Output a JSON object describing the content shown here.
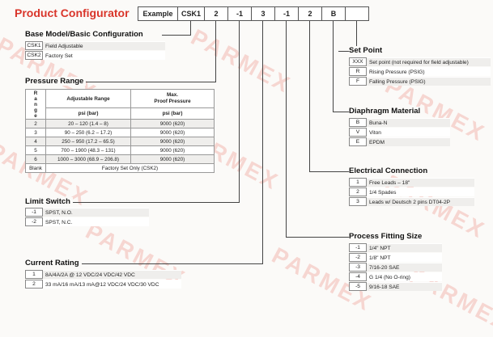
{
  "title": "Product Configurator",
  "watermark": "PARMEX",
  "example": {
    "label": "Example",
    "codes": [
      "CSK1",
      "2",
      "-1",
      "3",
      "-1",
      "2",
      "B"
    ]
  },
  "base_model": {
    "heading": "Base Model/Basic Configuration",
    "rows": [
      {
        "code": "CSK1",
        "desc": "Field Adjustable"
      },
      {
        "code": "CSK2",
        "desc": "Factory Set"
      }
    ]
  },
  "pressure_range": {
    "heading": "Pressure Range",
    "col_range_letters": [
      "R",
      "a",
      "n",
      "g",
      "e"
    ],
    "col_adjustable": "Adjustable Range",
    "col_max": "Max.",
    "col_proof": "Proof Pressure",
    "unit_adjustable": "psi (bar)",
    "unit_proof": "psi (bar)",
    "rows": [
      {
        "code": "2",
        "range": "20 – 120 (1.4 – 8)",
        "proof": "9000 (620)"
      },
      {
        "code": "3",
        "range": "90 – 250 (6.2 – 17.2)",
        "proof": "9000 (620)"
      },
      {
        "code": "4",
        "range": "250 – 950 (17.2 – 65.5)",
        "proof": "9000 (620)"
      },
      {
        "code": "5",
        "range": "700 – 1900 (48.3 – 131)",
        "proof": "9000 (620)"
      },
      {
        "code": "6",
        "range": "1000 – 3000 (68.9 – 206.8)",
        "proof": "9000 (620)"
      }
    ],
    "blank_code": "Blank",
    "blank_desc": "Factory Set Only (CSK2)"
  },
  "limit_switch": {
    "heading": "Limit Switch",
    "rows": [
      {
        "code": "-1",
        "desc": "SPST, N.O."
      },
      {
        "code": "-2",
        "desc": "SPST, N.C."
      }
    ]
  },
  "current_rating": {
    "heading": "Current Rating",
    "rows": [
      {
        "code": "1",
        "desc": "8A/4A/2A @ 12 VDC/24 VDC/42 VDC"
      },
      {
        "code": "2",
        "desc": "33 mA/16 mA/13 mA@12 VDC/24 VDC/30 VDC"
      }
    ]
  },
  "set_point": {
    "heading": "Set Point",
    "rows": [
      {
        "code": "XXX",
        "desc": "Set point (not required for field adjustable)"
      },
      {
        "code": "R",
        "desc": "Rising Pressure (PSIG)"
      },
      {
        "code": "F",
        "desc": "Falling Pressure (PSIG)"
      }
    ]
  },
  "diaphragm": {
    "heading": "Diaphragm Material",
    "rows": [
      {
        "code": "B",
        "desc": "Buna-N"
      },
      {
        "code": "V",
        "desc": "Viton"
      },
      {
        "code": "E",
        "desc": "EPDM"
      }
    ]
  },
  "electrical": {
    "heading": "Electrical Connection",
    "rows": [
      {
        "code": "1",
        "desc": "Free Leads – 18\""
      },
      {
        "code": "2",
        "desc": "1/4 Spades"
      },
      {
        "code": "3",
        "desc": "Leads w/ Deutsch 2 pins DT04-2P"
      }
    ]
  },
  "fitting": {
    "heading": "Process Fitting Size",
    "rows": [
      {
        "code": "-1",
        "desc": "1/4\" NPT"
      },
      {
        "code": "-2",
        "desc": "1/8\" NPT"
      },
      {
        "code": "-3",
        "desc": "7/16-20 SAE"
      },
      {
        "code": "-4",
        "desc": "G 1/4 (No O-ring)"
      },
      {
        "code": "-5",
        "desc": "9/16-18 SAE"
      }
    ]
  }
}
